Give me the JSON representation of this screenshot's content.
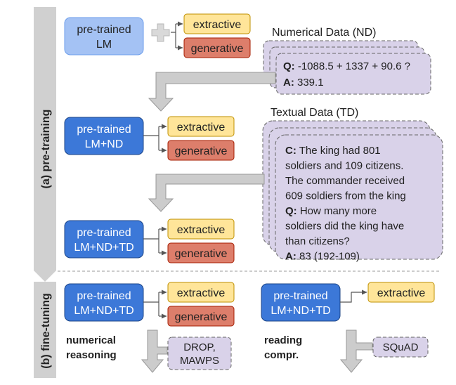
{
  "side_labels": {
    "pretraining": "(a) pre-training",
    "finetuning": "(b) fine-tuning"
  },
  "stage1": {
    "model": [
      "pre-trained",
      "LM"
    ],
    "extractive": "extractive",
    "generative": "generative"
  },
  "numerical_data": {
    "title": "Numerical Data (ND)",
    "q_label": "Q:",
    "q_text": " -1088.5 + 1337 + 90.6 ?",
    "a_label": "A:",
    "a_text": " 339.1"
  },
  "stage2": {
    "model": [
      "pre-trained",
      "LM+ND"
    ],
    "extractive": "extractive",
    "generative": "generative"
  },
  "textual_data": {
    "title": "Textual Data (TD)",
    "lines": [
      {
        "label": "C:",
        "text": " The king had 801"
      },
      {
        "label": "",
        "text": "soldiers and 109 citizens."
      },
      {
        "label": "",
        "text": "The commander received"
      },
      {
        "label": "",
        "text": "609 soldiers from the king"
      },
      {
        "label": "Q:",
        "text": " How many more"
      },
      {
        "label": "",
        "text": "soldiers did the king have"
      },
      {
        "label": "",
        "text": "than citizens?"
      },
      {
        "label": "A:",
        "text": " 83 (192-109)"
      }
    ]
  },
  "stage3": {
    "model": [
      "pre-trained",
      "LM+ND+TD"
    ],
    "extractive": "extractive",
    "generative": "generative"
  },
  "finetune_left": {
    "model": [
      "pre-trained",
      "LM+ND+TD"
    ],
    "extractive": "extractive",
    "generative": "generative",
    "task": [
      "numerical",
      "reasoning"
    ],
    "datasets": [
      "DROP,",
      "MAWPS"
    ]
  },
  "finetune_right": {
    "model": [
      "pre-trained",
      "LM+ND+TD"
    ],
    "extractive": "extractive",
    "task": [
      "reading",
      "compr."
    ],
    "datasets": [
      "SQuAD"
    ]
  },
  "colors": {
    "model_light": "#a4c2f4",
    "model_dark": "#3c78d8",
    "extractive": "#ffe599",
    "generative": "#dd7e6b",
    "data_box": "#d9d2e9",
    "arrow_gray": "#cccccc",
    "side_bar": "#d0d0d0"
  }
}
